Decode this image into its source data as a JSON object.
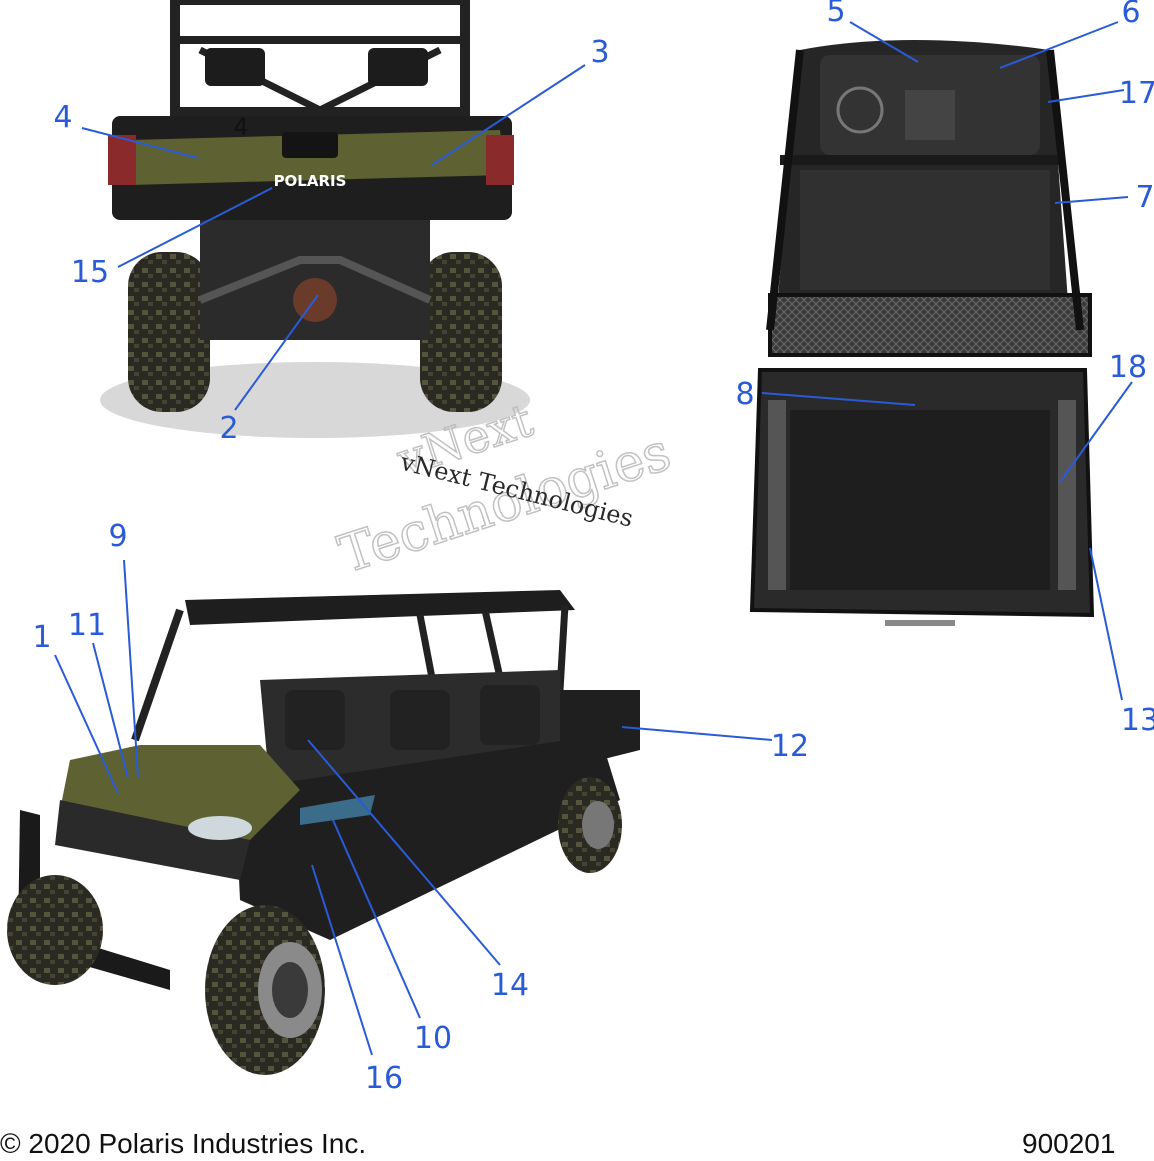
{
  "callouts": [
    "1",
    "2",
    "3",
    "4",
    "5",
    "6",
    "7",
    "8",
    "9",
    "10",
    "11",
    "12",
    "13",
    "14",
    "15",
    "16",
    "17",
    "18"
  ],
  "brand_text": "POLARIS",
  "rear_small_label": "4",
  "watermark": {
    "line1": "vNext",
    "line2": "Technologies",
    "line3": "vNext Technologies"
  },
  "footer": {
    "copyright": "© 2020 Polaris Industries Inc.",
    "diagram_id": "900201"
  },
  "colors": {
    "callout": "#2a5bd7",
    "body_olive": "#5e6233",
    "dark": "#1f1f1f",
    "taillight": "#8a2a2a"
  }
}
